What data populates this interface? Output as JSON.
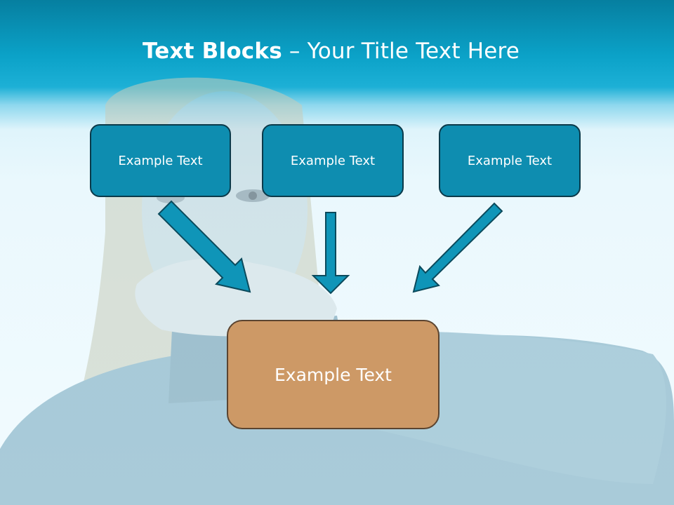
{
  "slide": {
    "title_bold": "Text Blocks",
    "title_separator": " – ",
    "title_rest": "Your Title Text Here"
  },
  "boxes": {
    "top_left": "Example Text",
    "top_center": "Example Text",
    "top_right": "Example Text",
    "bottom": "Example Text"
  },
  "colors": {
    "header": "#0ba2c8",
    "box_fill": "#0e8db0",
    "box_border": "#0b3a4a",
    "arrow_fill": "#0f95b8",
    "arrow_border": "#0b4a5c",
    "bottom_box_fill": "#cd9966",
    "bottom_box_border": "#5b4430"
  }
}
